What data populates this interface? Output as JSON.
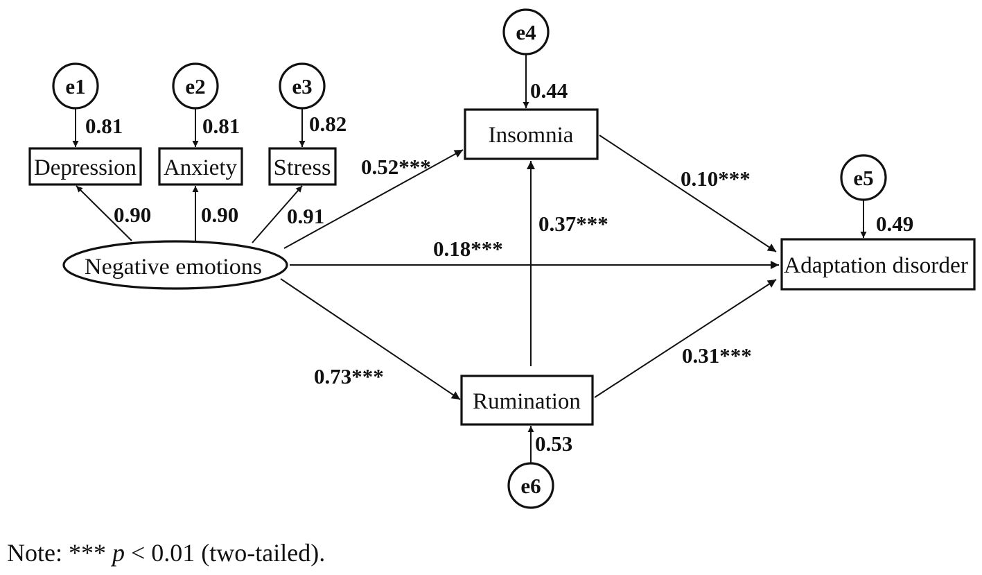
{
  "nodes": {
    "negative_emotions": "Negative emotions",
    "depression": "Depression",
    "anxiety": "Anxiety",
    "stress": "Stress",
    "insomnia": "Insomnia",
    "rumination": "Rumination",
    "adaptation_disorder": "Adaptation disorder"
  },
  "errors": {
    "e1": "e1",
    "e2": "e2",
    "e3": "e3",
    "e4": "e4",
    "e5": "e5",
    "e6": "e6"
  },
  "error_loadings": {
    "e1_depression": "0.81",
    "e2_anxiety": "0.81",
    "e3_stress": "0.82",
    "e4_insomnia": "0.44",
    "e5_adaptation": "0.49",
    "e6_rumination": "0.53"
  },
  "factor_loadings": {
    "depression": "0.90",
    "anxiety": "0.90",
    "stress": "0.91"
  },
  "paths": {
    "negative_to_insomnia": "0.52***",
    "negative_to_adaptation": "0.18***",
    "negative_to_rumination": "0.73***",
    "rumination_to_insomnia": "0.37***",
    "insomnia_to_adaptation": "0.10***",
    "rumination_to_adaptation": "0.31***"
  },
  "note": {
    "prefix": "Note: *** ",
    "p": "p",
    "suffix": " < 0.01 (two-tailed)."
  }
}
